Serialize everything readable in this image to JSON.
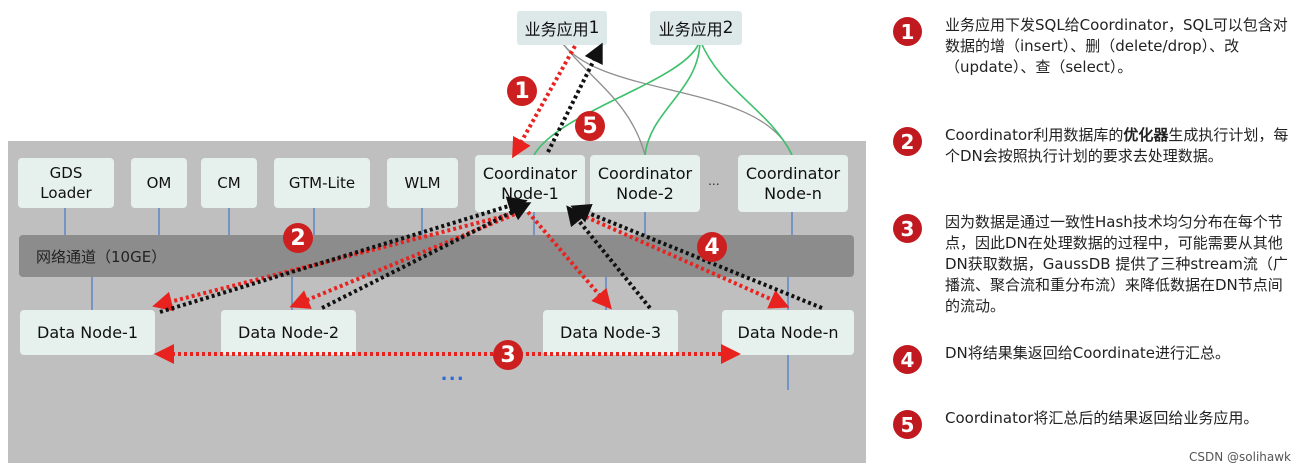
{
  "apps": [
    {
      "label": "业务应用",
      "num": "1"
    },
    {
      "label": "业务应用",
      "num": "2"
    }
  ],
  "components": [
    "GDS\nLoader",
    "OM",
    "CM",
    "GTM-Lite",
    "WLM"
  ],
  "coordinators": [
    "Coordinator\nNode-1",
    "Coordinator\nNode-2",
    "Coordinator\nNode-n"
  ],
  "coord_ellipsis": "...",
  "network_label": "网络通道（10GE）",
  "data_nodes": [
    "Data Node-1",
    "Data Node-2",
    "Data Node-3",
    "Data Node-n"
  ],
  "dn_ellipsis": "...",
  "badges": [
    "1",
    "2",
    "3",
    "4",
    "5"
  ],
  "steps": [
    {
      "num": "1",
      "text": "业务应用下发SQL给Coordinator，SQL可以包含对数据的增（insert）、删（delete/drop）、改（update）、查（select）。"
    },
    {
      "num": "2",
      "pre": "Coordinator利用数据库的",
      "bold": "优化器",
      "post": "生成执行计划，每个DN会按照执行计划的要求去处理数据。"
    },
    {
      "num": "3",
      "text": "因为数据是通过一致性Hash技术均匀分布在每个节点，因此DN在处理数据的过程中，可能需要从其他DN获取数据，GaussDB 提供了三种stream流（广播流、聚合流和重分布流）来降低数据在DN节点间的流动。"
    },
    {
      "num": "4",
      "text": "DN将结果集返回给Coordinate进行汇总。"
    },
    {
      "num": "5",
      "text": "Coordinator将汇总后的结果返回给业务应用。"
    }
  ],
  "watermark": "CSDN @solihawk",
  "colors": {
    "red": "#e8231f",
    "black": "#111111",
    "green": "#3cc06a",
    "badge": "#c0191f"
  }
}
